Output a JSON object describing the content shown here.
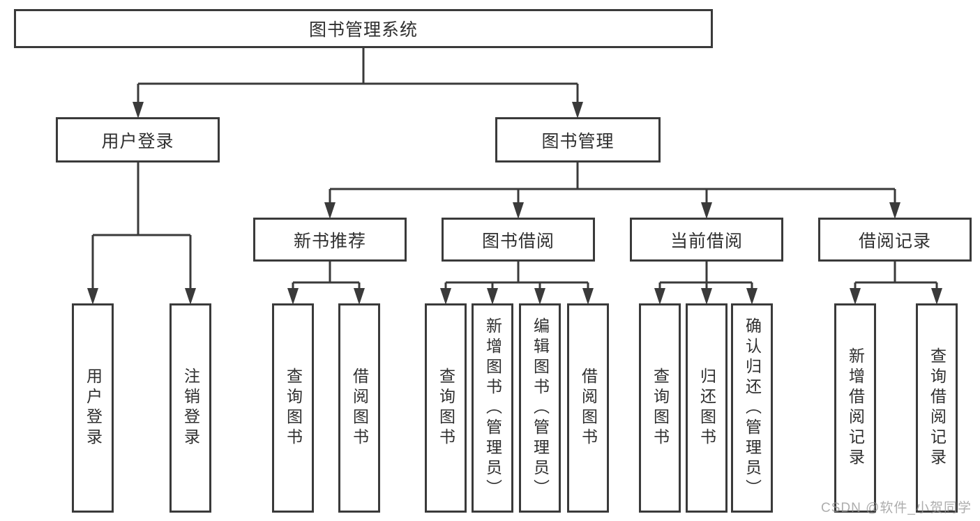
{
  "watermark": "CSDN @软件_小贺同学",
  "colors": {
    "line": "#3a3a3a",
    "box_border": "#3a3a3a",
    "text": "#2f2f2f",
    "watermark": "#969696"
  },
  "diagram": {
    "root": {
      "label": "图书管理系统"
    },
    "branches": [
      {
        "label": "用户登录",
        "children": [
          {
            "label": "用户登录"
          },
          {
            "label": "注销登录"
          }
        ]
      },
      {
        "label": "图书管理",
        "children": [
          {
            "label": "新书推荐",
            "children": [
              {
                "label": "查询图书"
              },
              {
                "label": "借阅图书"
              }
            ]
          },
          {
            "label": "图书借阅",
            "children": [
              {
                "label": "查询图书"
              },
              {
                "label": "新增图书（管理员）"
              },
              {
                "label": "编辑图书（管理员）"
              },
              {
                "label": "借阅图书"
              }
            ]
          },
          {
            "label": "当前借阅",
            "children": [
              {
                "label": "查询图书"
              },
              {
                "label": "归还图书"
              },
              {
                "label": "确认归还（管理员）"
              }
            ]
          },
          {
            "label": "借阅记录",
            "children": [
              {
                "label": "新增借阅记录"
              },
              {
                "label": "查询借阅记录"
              }
            ]
          }
        ]
      }
    ]
  }
}
